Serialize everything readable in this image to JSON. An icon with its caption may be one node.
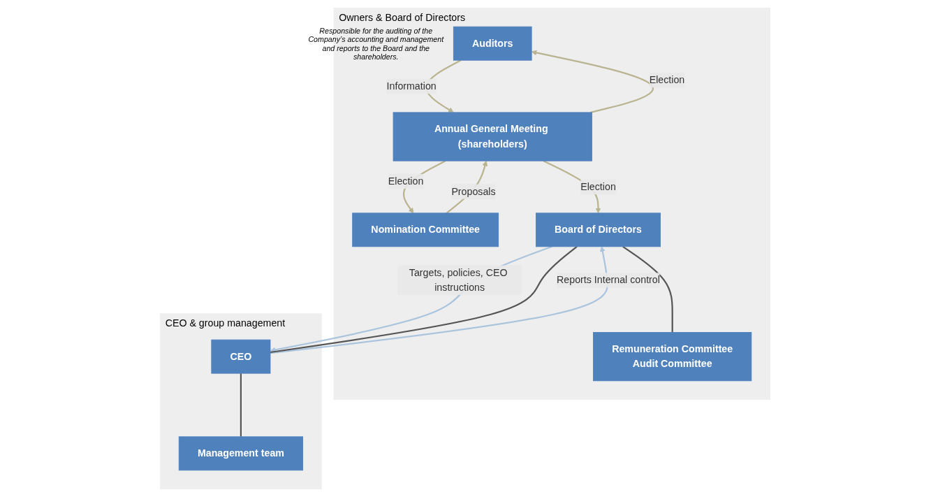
{
  "diagram": {
    "nodes": [
      {
        "text": [
          "Owners & Board of Directors"
        ]
      },
      {
        "text": [
          "Auditors"
        ],
        "in": 0,
        "beside": [
          "Responsible for the auditing of the Company’s accounting and management and reports to the Board and the shareholders."
        ]
      },
      {
        "text": [
          "Annual General Meeting (shareholders)"
        ],
        "in": 0
      },
      {
        "text": [
          "Nomination Committee"
        ],
        "in": 0
      },
      {
        "text": [
          "Board of Directors"
        ],
        "in": 0
      },
      {
        "text": [
          "Remuneration Committee",
          "Audit Committee"
        ],
        "in": 0
      },
      {
        "text": [
          "CEO & group management"
        ]
      },
      {
        "text": [
          "CEO"
        ],
        "in": 6
      },
      {
        "text": [
          "Management team"
        ],
        "in": 6
      }
    ],
    "edges": [
      {
        "from": 1,
        "to": 2,
        "arrow": "to",
        "label": "Information"
      },
      {
        "from": 2,
        "to": 1,
        "arrow": "to",
        "label": "Election"
      },
      {
        "from": 2,
        "to": 3,
        "arrow": "to",
        "label": "Election"
      },
      {
        "from": 3,
        "to": 2,
        "arrow": "to",
        "label": "Proposals"
      },
      {
        "from": 2,
        "to": 4,
        "arrow": "to",
        "label": "Election"
      },
      {
        "from": 4,
        "to": 5,
        "arrow": "none",
        "color": "#555555"
      },
      {
        "from": 4,
        "to": 7,
        "arrow": "to",
        "label": "Targets, policies, CEO instructions",
        "color": "#aac4de"
      },
      {
        "from": 7,
        "to": 4,
        "arrow": "to",
        "label": "Reports Internal control",
        "color": "#aac4de"
      },
      {
        "from": 4,
        "to": 7,
        "arrow": "none",
        "color": "#555555"
      },
      {
        "from": 7,
        "to": 8,
        "arrow": "none",
        "color": "#555555"
      }
    ]
  }
}
